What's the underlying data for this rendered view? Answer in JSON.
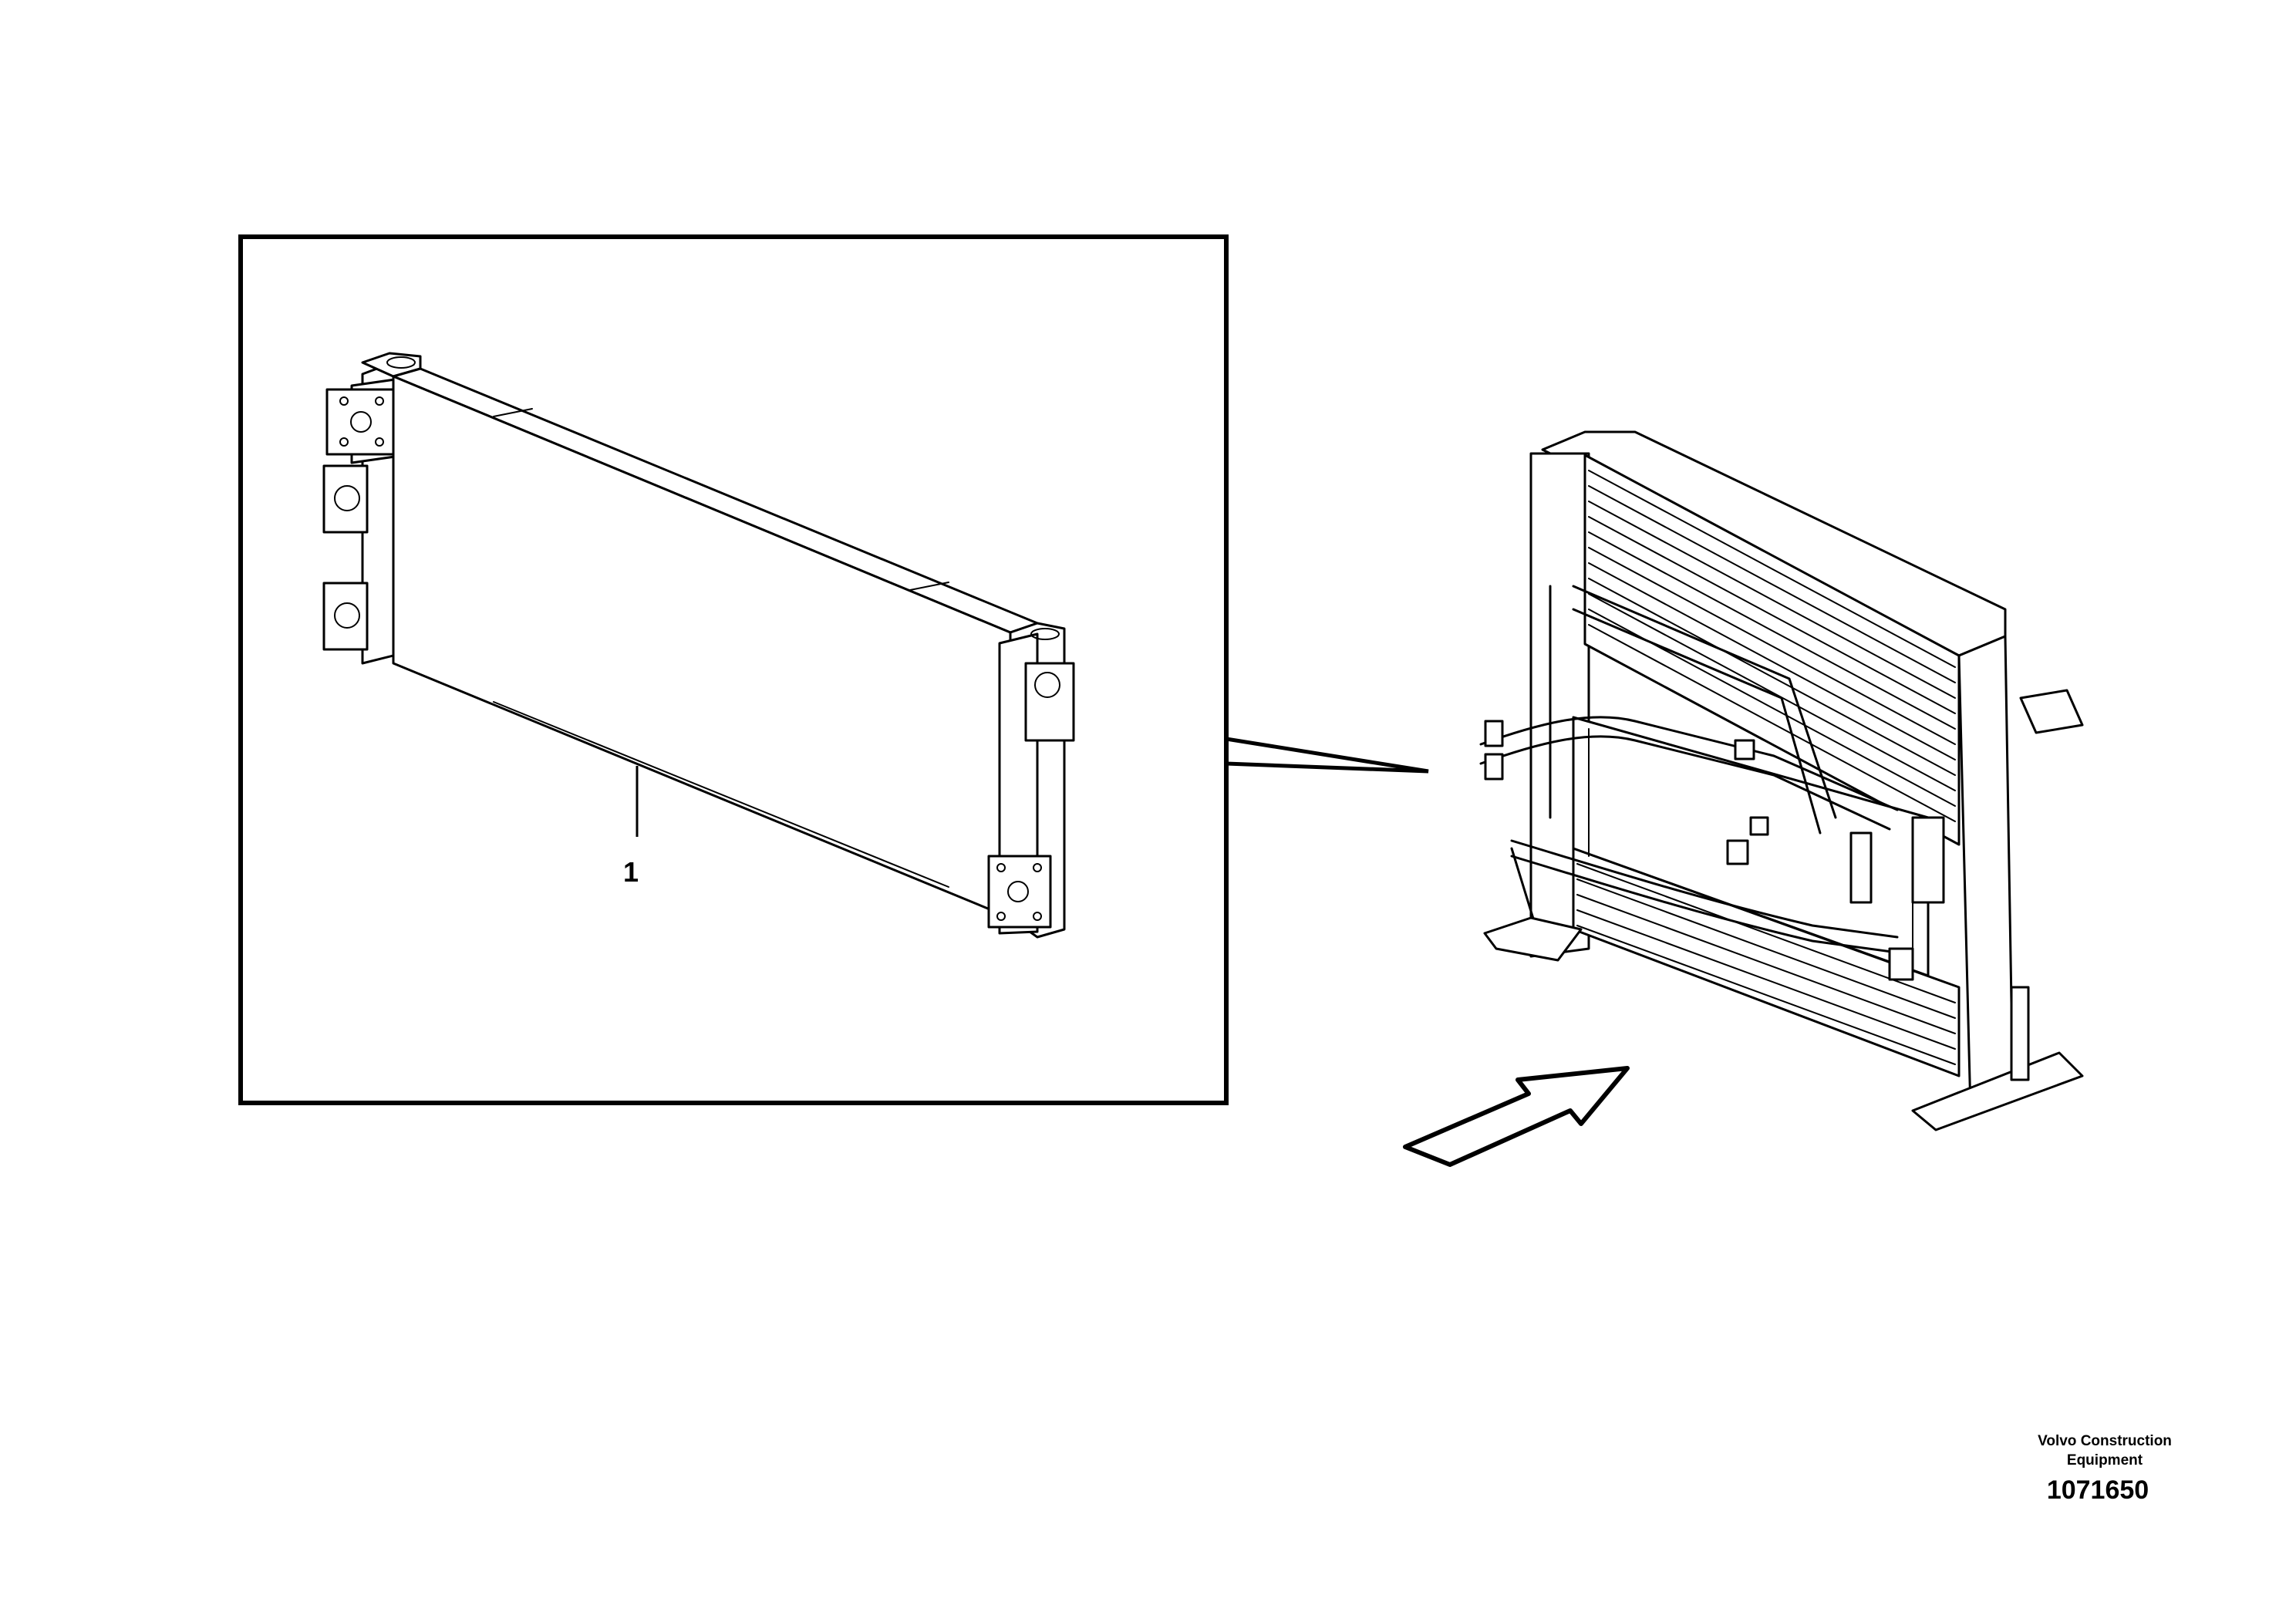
{
  "callouts": [
    {
      "label": "1"
    }
  ],
  "footer": {
    "brand_line1": "Volvo Construction",
    "brand_line2": "Equipment",
    "drawing_number": "1071650"
  }
}
